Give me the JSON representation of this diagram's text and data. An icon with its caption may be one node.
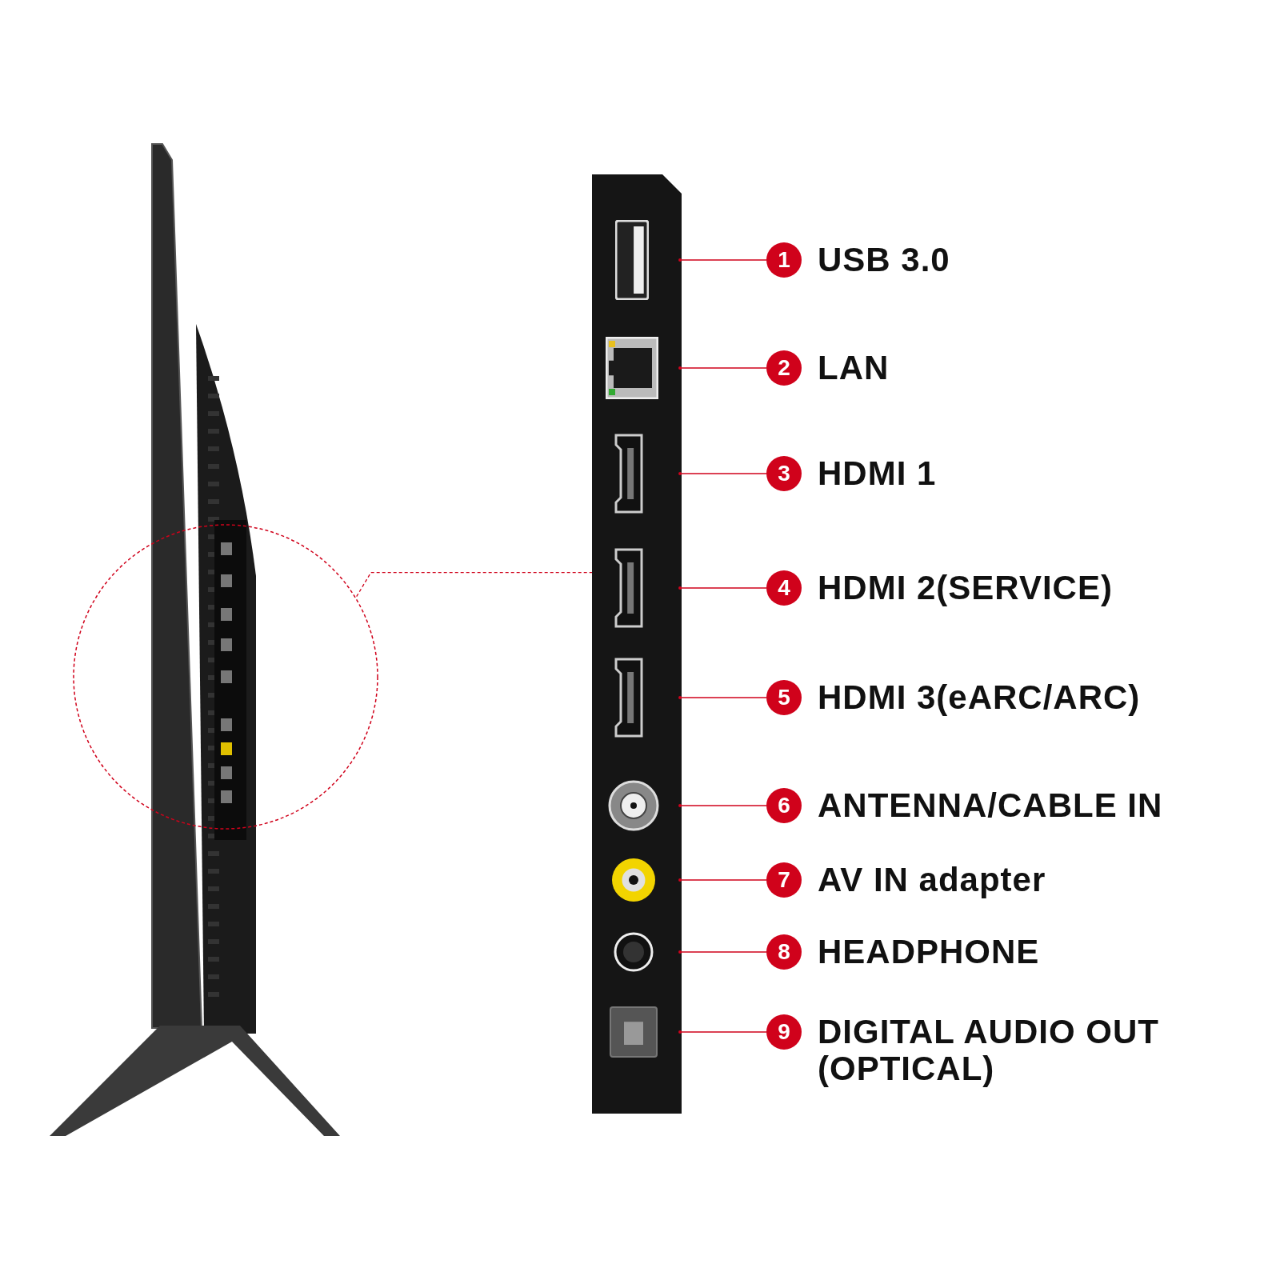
{
  "diagram": {
    "nodes": [
      {
        "text": [],
        "shape": "picture"
      },
      {
        "text": [],
        "shape": "circle"
      },
      {
        "text": [],
        "shape": "picture"
      },
      {
        "text": [],
        "shape": "picture",
        "in": 2
      },
      {
        "text": [],
        "shape": "picture",
        "in": 2
      },
      {
        "text": [],
        "shape": "picture",
        "in": 2
      },
      {
        "text": [],
        "shape": "picture",
        "in": 2
      },
      {
        "text": [],
        "shape": "picture",
        "in": 2
      },
      {
        "text": [],
        "shape": "picture",
        "in": 2
      },
      {
        "text": [],
        "shape": "picture",
        "in": 2
      },
      {
        "text": [],
        "shape": "picture",
        "in": 2
      },
      {
        "text": [],
        "shape": "picture",
        "in": 2
      },
      {
        "text": [
          "1"
        ],
        "beside": [
          "USB 3.0"
        ]
      },
      {
        "text": [
          "2"
        ],
        "beside": [
          "LAN"
        ]
      },
      {
        "text": [
          "3"
        ],
        "beside": [
          "HDMI 1"
        ]
      },
      {
        "text": [
          "4"
        ],
        "beside": [
          "HDMI 2(SERVICE)"
        ]
      },
      {
        "text": [
          "5"
        ],
        "beside": [
          "HDMI 3(eARC/ARC)"
        ]
      },
      {
        "text": [
          "6"
        ],
        "beside": [
          "ANTENNA/CABLE IN"
        ]
      },
      {
        "text": [
          "7"
        ],
        "beside": [
          "AV IN adapter"
        ]
      },
      {
        "text": [
          "8"
        ],
        "beside": [
          "HEADPHONE"
        ]
      },
      {
        "text": [
          "9"
        ],
        "beside": [
          "DIGITAL AUDIO OUT (OPTICAL)"
        ]
      }
    ],
    "edges": [
      {
        "from": 1,
        "to": 2,
        "arrow": "none",
        "style": "dashed"
      },
      {
        "from": 12,
        "to": 3,
        "arrow": "other"
      },
      {
        "from": 13,
        "to": 4,
        "arrow": "other"
      },
      {
        "from": 14,
        "to": 5,
        "arrow": "other"
      },
      {
        "from": 15,
        "to": 6,
        "arrow": "other"
      },
      {
        "from": 16,
        "to": 7,
        "arrow": "other"
      },
      {
        "from": 17,
        "to": 8,
        "arrow": "other"
      },
      {
        "from": 18,
        "to": 9,
        "arrow": "other"
      },
      {
        "from": 19,
        "to": 10,
        "arrow": "other"
      },
      {
        "from": 20,
        "to": 11,
        "arrow": "other"
      }
    ]
  }
}
